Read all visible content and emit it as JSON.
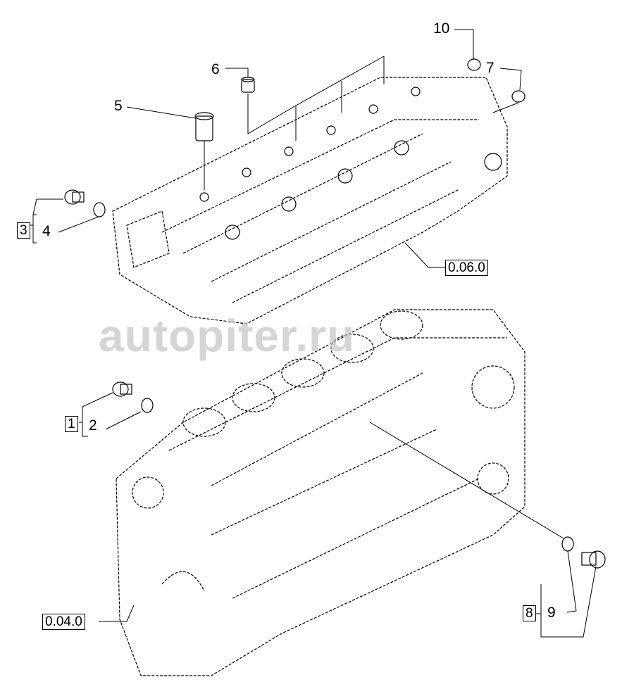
{
  "diagram": {
    "watermark": "autopiter.ru",
    "callouts": {
      "c10": "10",
      "c7": "7",
      "c6": "6",
      "c5": "5",
      "c3": "3",
      "c4": "4",
      "c1": "1",
      "c2": "2",
      "c8": "8",
      "c9": "9"
    },
    "references": {
      "head": "0.06.0",
      "block": "0.04.0"
    }
  }
}
